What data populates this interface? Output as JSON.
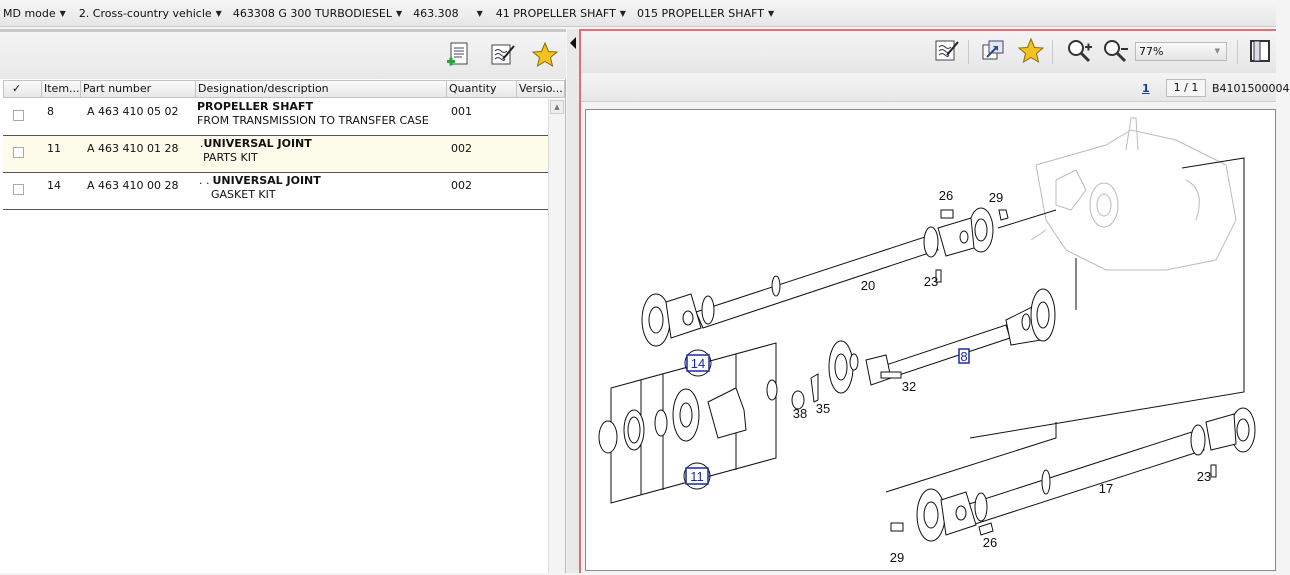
{
  "breadcrumbs": [
    {
      "label": "MD mode"
    },
    {
      "label": "2. Cross-country vehicle"
    },
    {
      "label": "463308 G 300 TURBODIESEL"
    },
    {
      "label": "463.308"
    },
    {
      "label": "41 PROPELLER SHAFT"
    },
    {
      "label": "015 PROPELLER SHAFT"
    }
  ],
  "left_toolbar": {
    "icons": [
      "add-to-list-icon",
      "edit-notes-icon",
      "favorite-star-icon"
    ]
  },
  "table": {
    "headers": {
      "check": "✓",
      "item": "Item...",
      "part_number": "Part number",
      "designation": "Designation/description",
      "quantity": "Quantity",
      "version": "Versio..."
    },
    "rows": [
      {
        "item": "8",
        "part_number": "A 463 410 05 02",
        "prefix": "",
        "title": "PROPELLER SHAFT",
        "sub": "FROM TRANSMISSION TO TRANSFER CASE",
        "quantity": "001"
      },
      {
        "item": "11",
        "part_number": "A 463 410 01 28",
        "prefix": ".",
        "title": "UNIVERSAL JOINT",
        "sub": "PARTS KIT",
        "quantity": "002"
      },
      {
        "item": "14",
        "part_number": "A 463 410 00 28",
        "prefix": ". .",
        "title": "UNIVERSAL JOINT",
        "sub": "GASKET KIT",
        "quantity": "002"
      }
    ],
    "selected_row": 1
  },
  "right_toolbar": {
    "icons": [
      "edit-notes-icon",
      "open-window-icon",
      "favorite-star-icon",
      "zoom-in-icon",
      "zoom-out-icon",
      "print-icon"
    ],
    "zoom": "77%"
  },
  "pager": {
    "page_link": "1",
    "page_count": "1 / 1",
    "doc_id": "B4101500004"
  },
  "drawing": {
    "callouts": [
      "26",
      "29",
      "20",
      "23",
      "14",
      "8",
      "32",
      "38",
      "35",
      "11",
      "17",
      "23",
      "29",
      "26"
    ],
    "colors": {
      "callout_box": "#1a2aa8",
      "line": "#111111",
      "faded": "#bbbbbb"
    }
  }
}
